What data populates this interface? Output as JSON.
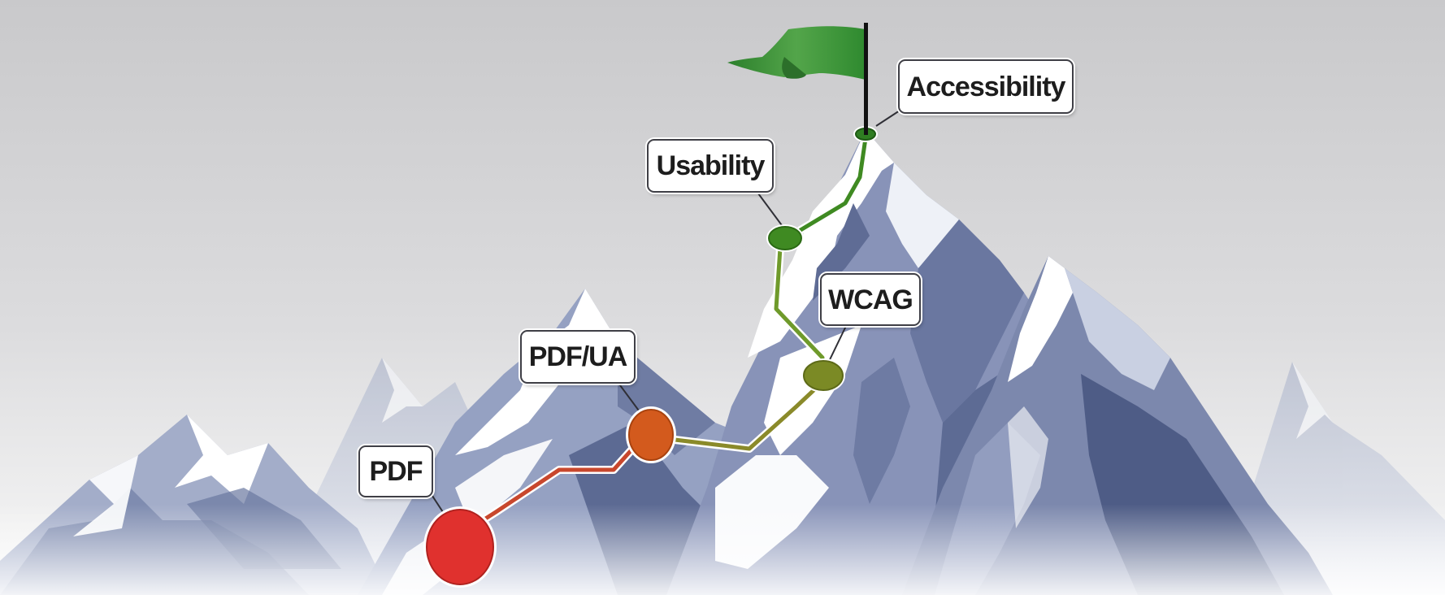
{
  "labels": {
    "pdf": "PDF",
    "pdf_ua": "PDF/UA",
    "wcag": "WCAG",
    "usability": "Usability",
    "accessibility": "Accessibility"
  },
  "colors": {
    "sky_top": "#c8c8ca",
    "sky_bottom": "#f6f6f6",
    "mountain_dark": "#5b6a92",
    "mountain_mid": "#8592b5",
    "mountain_light": "#b8c2d9",
    "snow": "#ffffff",
    "pdf_node": "#e0312e",
    "pdf_ua_node": "#d35a1d",
    "wcag_node": "#7b8a25",
    "usability_node": "#3f8a22",
    "summit_node": "#2f7d22",
    "flag": "#3f9633",
    "flagpole": "#111111"
  },
  "icons": {
    "summit_marker": "flag-icon"
  }
}
